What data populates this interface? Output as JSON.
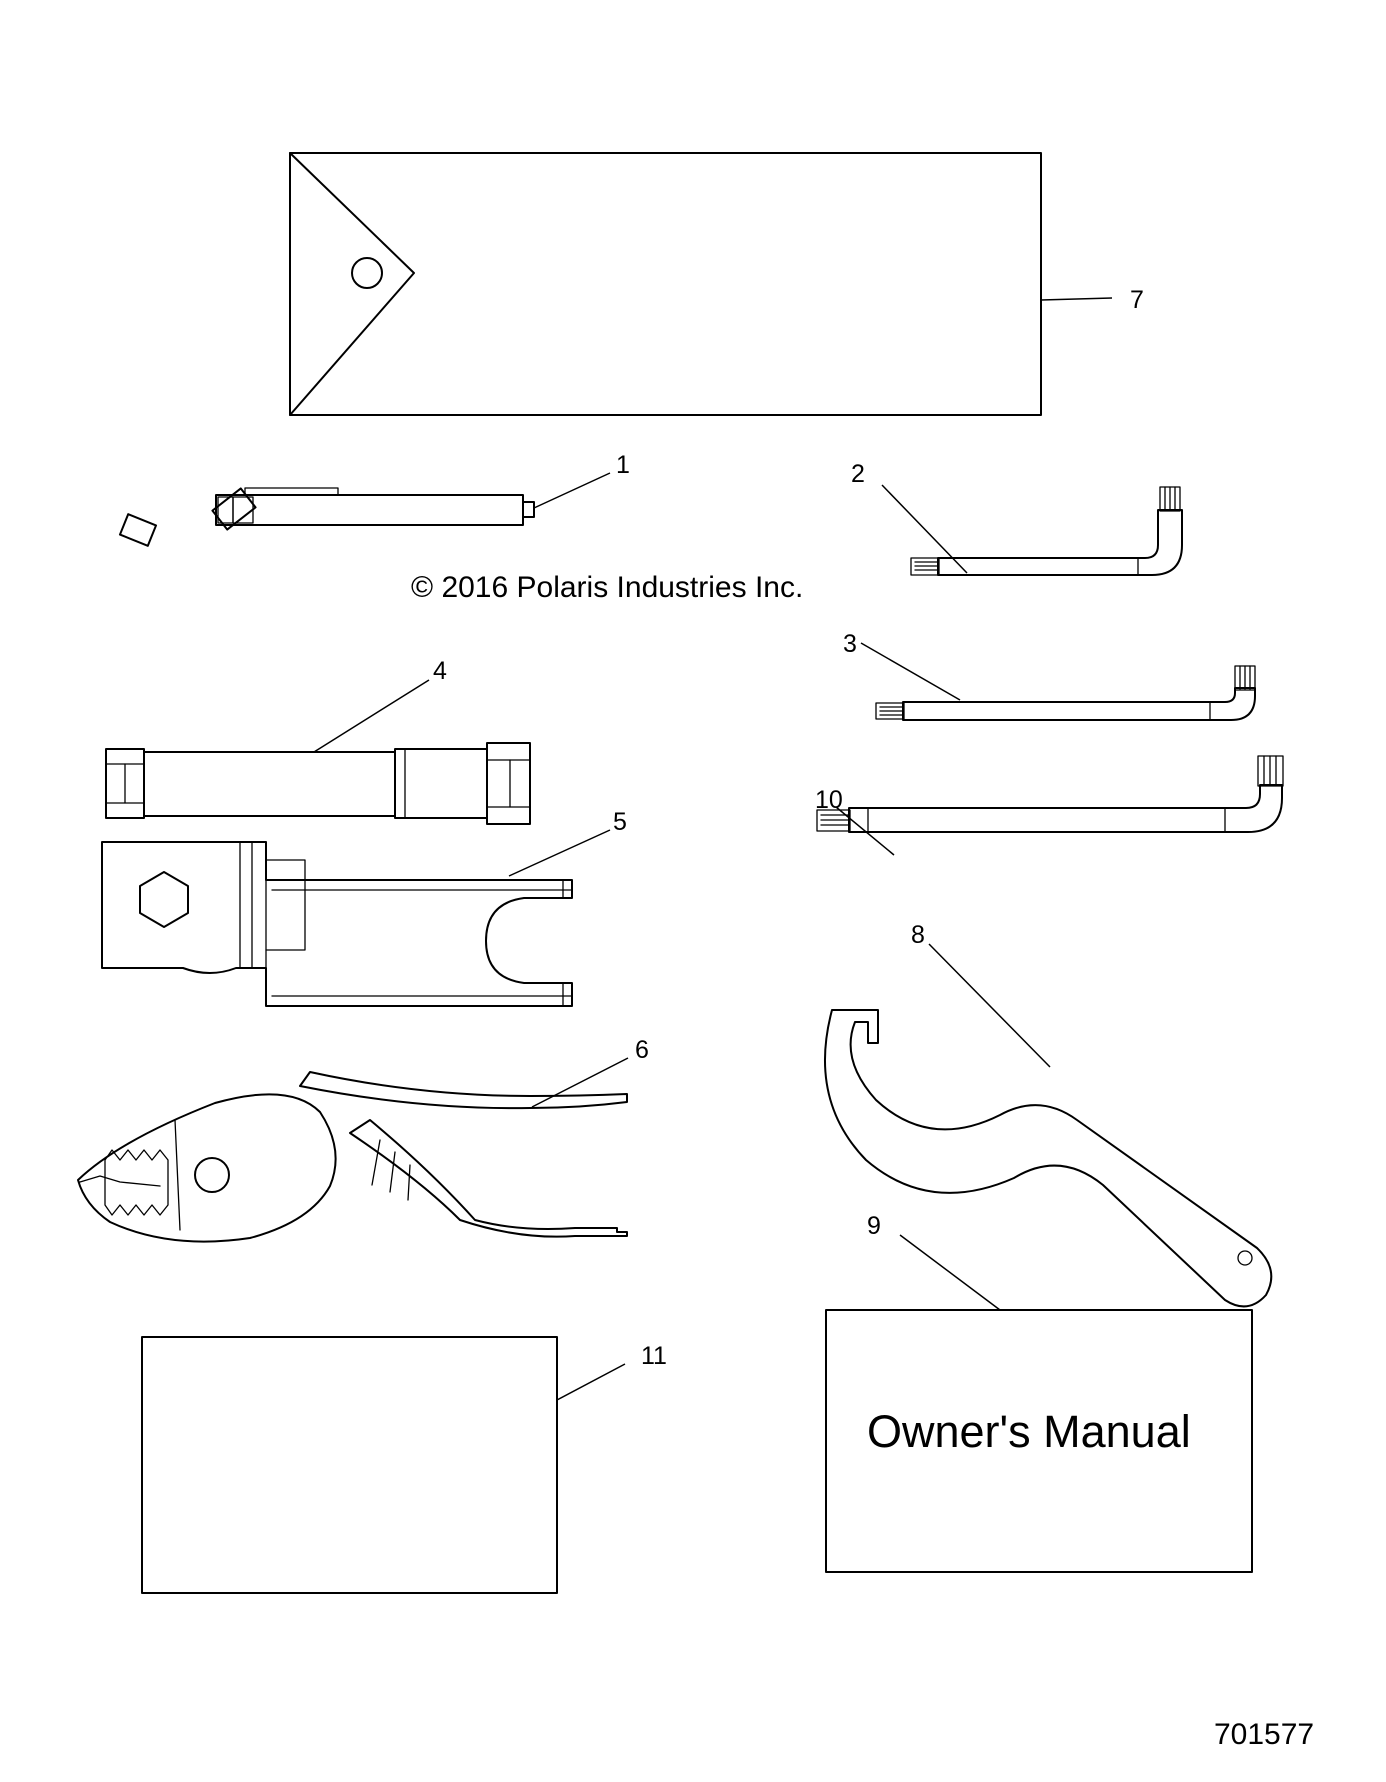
{
  "copyright": "© 2016 Polaris Industries Inc.",
  "figure_number": "701577",
  "manual_title": "Owner's Manual",
  "callouts": {
    "c1": "1",
    "c2": "2",
    "c3": "3",
    "c4": "4",
    "c5": "5",
    "c6": "6",
    "c7": "7",
    "c8": "8",
    "c9": "9",
    "c10": "10",
    "c11": "11"
  },
  "parts": [
    {
      "callout": "1",
      "icon": "spark-plug-wrench-handle-icon"
    },
    {
      "callout": "2",
      "icon": "torx-l-key-small-icon"
    },
    {
      "callout": "3",
      "icon": "torx-l-key-medium-icon"
    },
    {
      "callout": "4",
      "icon": "socket-wrench-icon"
    },
    {
      "callout": "5",
      "icon": "fork-wrench-icon"
    },
    {
      "callout": "6",
      "icon": "pliers-icon"
    },
    {
      "callout": "7",
      "icon": "tool-pouch-icon"
    },
    {
      "callout": "8",
      "icon": "spanner-hook-wrench-icon"
    },
    {
      "callout": "9",
      "icon": "owners-manual-icon"
    },
    {
      "callout": "10",
      "icon": "torx-l-key-large-icon"
    },
    {
      "callout": "11",
      "icon": "card-sheet-icon"
    }
  ]
}
